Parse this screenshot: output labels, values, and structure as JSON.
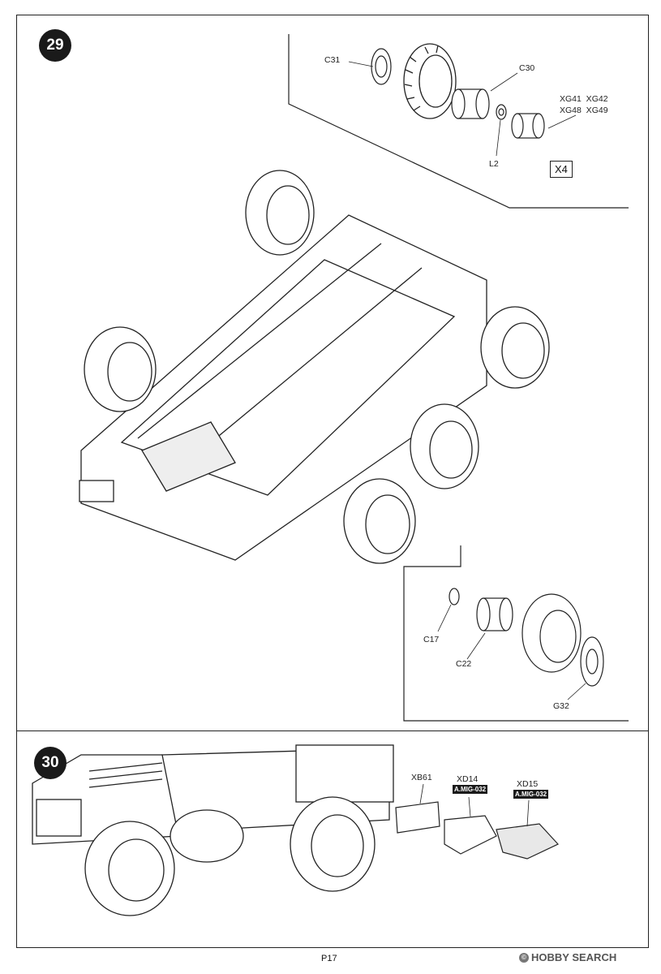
{
  "page": {
    "number": "P17"
  },
  "step29": {
    "badge": "29",
    "wheel_detail": {
      "labels": {
        "c31": "C31",
        "c30": "C30",
        "l2": "L2",
        "xg_line1": "XG41  XG42",
        "xg_line2": "XG48  XG49"
      },
      "count": "X4"
    },
    "front_wheel_detail": {
      "labels": {
        "c17": "C17",
        "c22": "C22",
        "g32": "G32"
      }
    }
  },
  "step30": {
    "badge": "30",
    "parts": {
      "xb61": "XB61",
      "xd14": "XD14",
      "xd14_paint": "A.MIG-032",
      "xd15": "XD15",
      "xd15_paint": "A.MIG-032"
    }
  },
  "watermark": {
    "text": "HOBBY SEARCH",
    "mark": "©"
  }
}
